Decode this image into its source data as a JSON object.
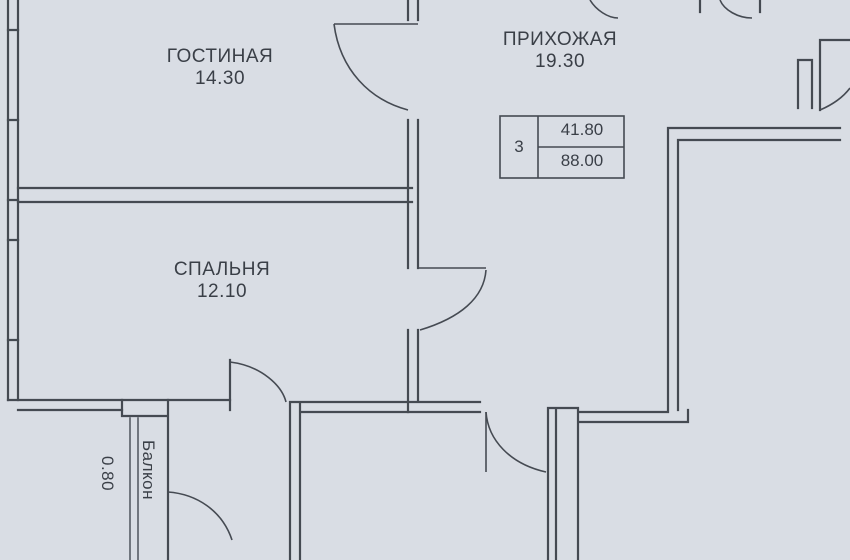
{
  "rooms": [
    {
      "name": "ГОСТИНАЯ",
      "area": "14.30"
    },
    {
      "name": "ПРИХОЖАЯ",
      "area": "19.30"
    },
    {
      "name": "СПАЛЬНЯ",
      "area": "12.10"
    }
  ],
  "summary": {
    "rooms_count": "3",
    "living_area": "41.80",
    "total_area": "88.00"
  },
  "balcony": {
    "name": "Балкон",
    "area": "0.80"
  }
}
